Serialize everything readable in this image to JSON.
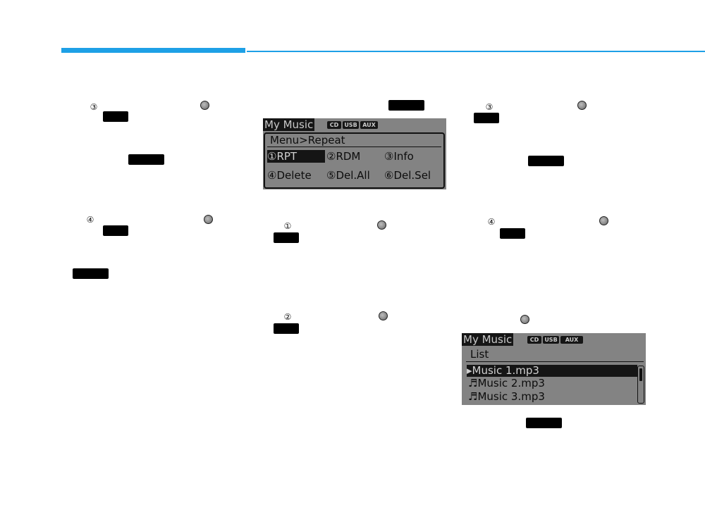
{
  "steps": {
    "left_a": {
      "num": "③"
    },
    "left_b": {
      "num": "④"
    },
    "mid_a": {
      "num": "①"
    },
    "mid_b": {
      "num": "②"
    },
    "right_a": {
      "num": "③"
    },
    "right_b": {
      "num": "④"
    }
  },
  "screen_repeat": {
    "title": "My Music",
    "badges": [
      "CD",
      "USB",
      "AUX"
    ],
    "header": "Menu>Repeat",
    "options": [
      {
        "num": "①",
        "label": "RPT",
        "selected": true
      },
      {
        "num": "②",
        "label": "RDM",
        "selected": false
      },
      {
        "num": "③",
        "label": "Info",
        "selected": false
      },
      {
        "num": "④",
        "label": "Delete",
        "selected": false
      },
      {
        "num": "⑤",
        "label": "Del.All",
        "selected": false
      },
      {
        "num": "⑥",
        "label": "Del.Sel",
        "selected": false
      }
    ]
  },
  "screen_list": {
    "title": "My Music",
    "badges": [
      "CD",
      "USB",
      "AUX"
    ],
    "header": "List",
    "items": [
      {
        "icon": "▸",
        "label": "Music 1.mp3",
        "selected": true
      },
      {
        "icon": "♬",
        "label": "Music 2.mp3",
        "selected": false
      },
      {
        "icon": "♬",
        "label": "Music 3.mp3",
        "selected": false
      }
    ]
  },
  "icons": {
    "knob": "tune-knob-icon",
    "key": "setup-key-icon"
  },
  "colors": {
    "accent": "#1ea0e6",
    "lcd_bg": "#838383",
    "lcd_dark": "#161616"
  }
}
